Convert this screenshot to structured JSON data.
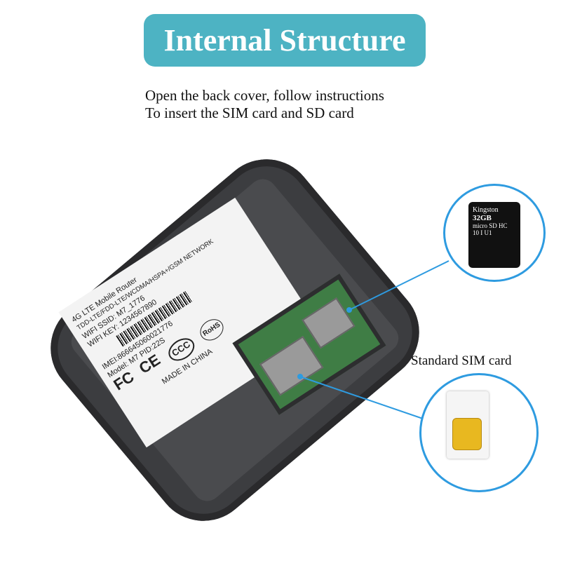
{
  "header": {
    "title": "Internal Structure",
    "instructions": [
      "Open the back cover, follow instructions",
      "To insert the SIM card and SD card"
    ]
  },
  "device_label": {
    "lines": [
      "4G LTE Mobile Router",
      "TDD-LTE/FDD-LTE/WCDMA/HSPA+/GSM NETWORK",
      "WIFI SSID: M7_1776",
      "WIFI KEY: 1234567890",
      "IMEI:866645060021776",
      "Model: M7   PID:22S"
    ],
    "logos": [
      "FC",
      "CE",
      "CCC",
      "RoHS"
    ],
    "origin": "MADE IN CHINA"
  },
  "sd_card": {
    "brand": "Kingston",
    "capacity": "32GB",
    "type": "micro SD HC",
    "class": "10",
    "uhs": "I U1"
  },
  "sim_callout": {
    "label": "Standard SIM card"
  },
  "colors": {
    "banner": "#4db3c3",
    "callout": "#2e9be0",
    "device": "#3c3d40",
    "pcb": "#3f7d45",
    "sim_chip": "#e8b820"
  }
}
